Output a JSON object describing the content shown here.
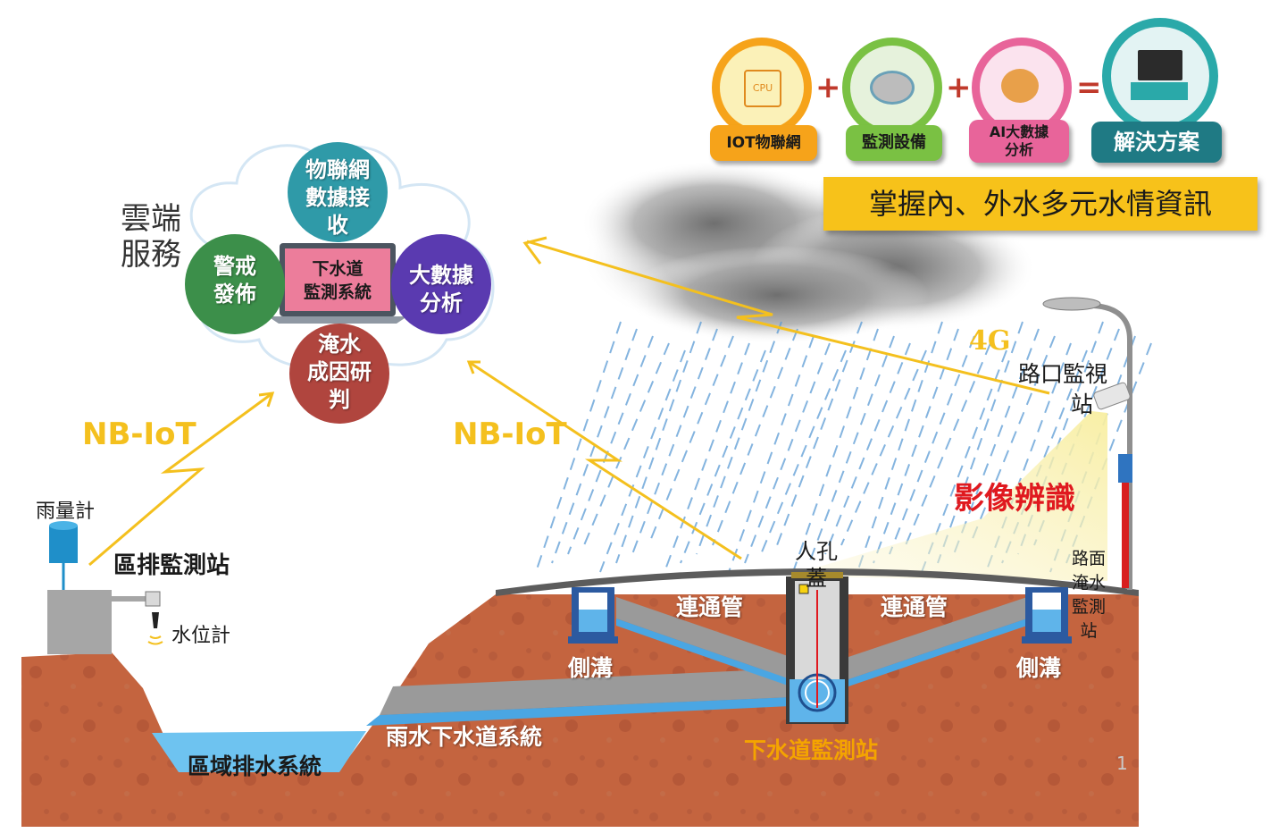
{
  "cloud_service": {
    "title_line1": "雲端",
    "title_line2": "服務",
    "center_line1": "下水道",
    "center_line2": "監測系統",
    "iot_receive": [
      "物聯網",
      "數據接",
      "收"
    ],
    "big_data": [
      "大數據",
      "分析"
    ],
    "warning": [
      "警戒",
      "發佈"
    ],
    "flood_cause": [
      "淹水",
      "成因研",
      "判"
    ]
  },
  "solution_bar": {
    "iot_label": "IOT物聯網",
    "monitor_label": "監測設備",
    "ai_label_line1": "AI大數據",
    "ai_label_line2": "分析",
    "solution_label": "解決方案",
    "plus_sign": "+",
    "equals_sign": "=",
    "cpu_text": "CPU",
    "headline": "掌握內、外水多元水情資訊",
    "colors": {
      "iot": "#f6a31a",
      "monitor": "#7ac143",
      "ai": "#e8649a",
      "solution": "#1f7a84",
      "headline_bg": "#f7c21a"
    }
  },
  "signals": {
    "nbiot_left": "NB-IoT",
    "nbiot_right": "NB-IoT",
    "fourg": "4G",
    "image_recognition": "影像辨識"
  },
  "scene_labels": {
    "rain_gauge": "雨量計",
    "district_station": "區排監測站",
    "water_level_meter": "水位計",
    "regional_drainage": "區域排水系統",
    "storm_sewer": "雨水下水道系統",
    "sewer_station": "下水道監測站",
    "manhole_line1": "人孔",
    "manhole_line2": "蓋",
    "connector_left": "連通管",
    "connector_right": "連通管",
    "gutter_left": "側溝",
    "gutter_right": "側溝",
    "cctv_line1": "路口監視",
    "cctv_line2": "站",
    "road_flood": [
      "路面",
      "淹水",
      "監測",
      "站"
    ],
    "page_number": "1"
  }
}
